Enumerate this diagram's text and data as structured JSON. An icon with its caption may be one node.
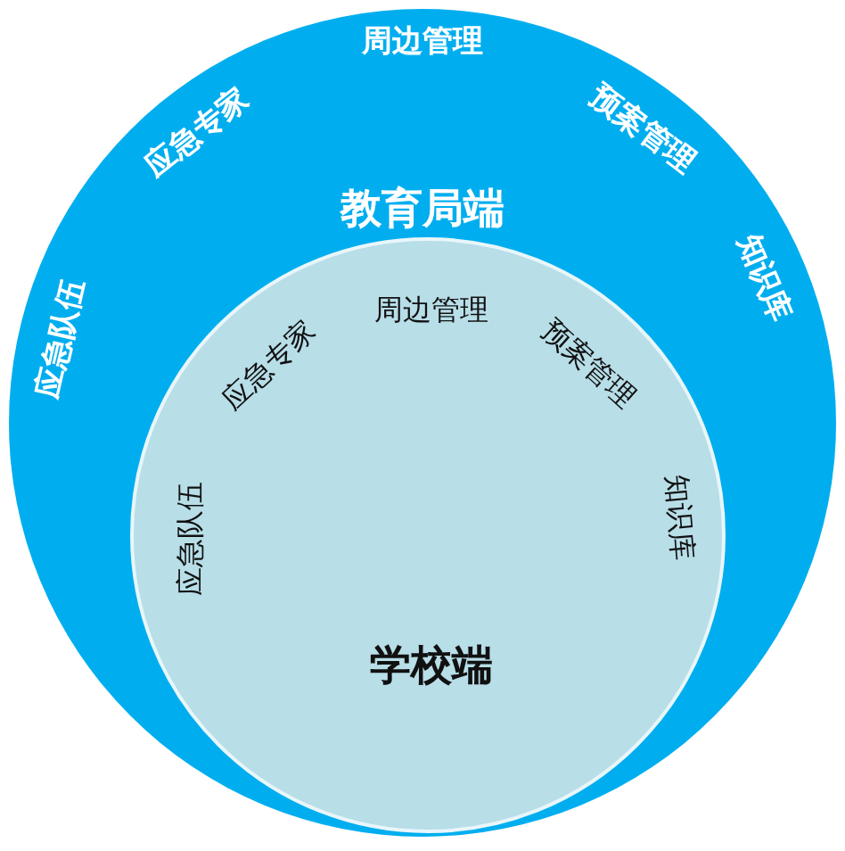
{
  "diagram": {
    "nodes": [
      {
        "text": [
          "应急队伍",
          "应急专家",
          "周边管理",
          "预案管理",
          "知识库",
          "教育局端"
        ]
      },
      {
        "text": [
          "应急队伍",
          "应急专家",
          "周边管理",
          "预案管理",
          "知识库",
          "学校端"
        ],
        "in": 0
      }
    ]
  }
}
